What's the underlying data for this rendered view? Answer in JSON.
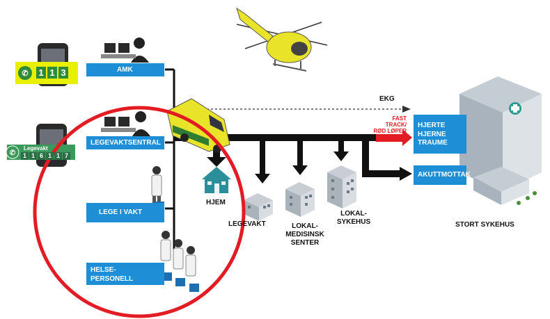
{
  "labels": {
    "amk": "AMK",
    "legevaktsentral": "LEGEVAKTSENTRAL",
    "lege_i_vakt": "LEGE I VAKT",
    "helsepersonell_line1": "HELSE-",
    "helsepersonell_line2": "PERSONELL",
    "hjem": "HJEM",
    "legevakt": "LEGEVAKT",
    "lokal_med_line1": "LOKAL-",
    "lokal_med_line2": "MEDISINSK",
    "lokal_med_line3": "SENTER",
    "lokal_syk_line1": "LOKAL-",
    "lokal_syk_line2": "SYKEHUS",
    "ekg": "EKG",
    "fast_track_line1": "FAST TRACK/",
    "fast_track_line2": "RØD LØPER",
    "hjerte_line1": "HJERTE",
    "hjerte_line2": "HJERNE",
    "hjerte_line3": "TRAUME",
    "akuttmottak": "AKUTTMOTTAK",
    "stort_sykehus": "STORT SYKEHUS",
    "legevakt_sign": "Legevakt"
  },
  "phone_codes": {
    "emergency": [
      "1",
      "1",
      "3"
    ],
    "legevakt": [
      "1",
      "1",
      "6",
      "1",
      "1",
      "7"
    ]
  },
  "colors": {
    "box_blue": "#1e8fd6",
    "highlight_circle": "#e31b23",
    "emergency_yellow": "#e8f000",
    "emergency_green": "#2e8b3a",
    "legevakt_green": "#3a9a5b",
    "arrow_black": "#111111",
    "fast_track_red": "#e31b23"
  }
}
